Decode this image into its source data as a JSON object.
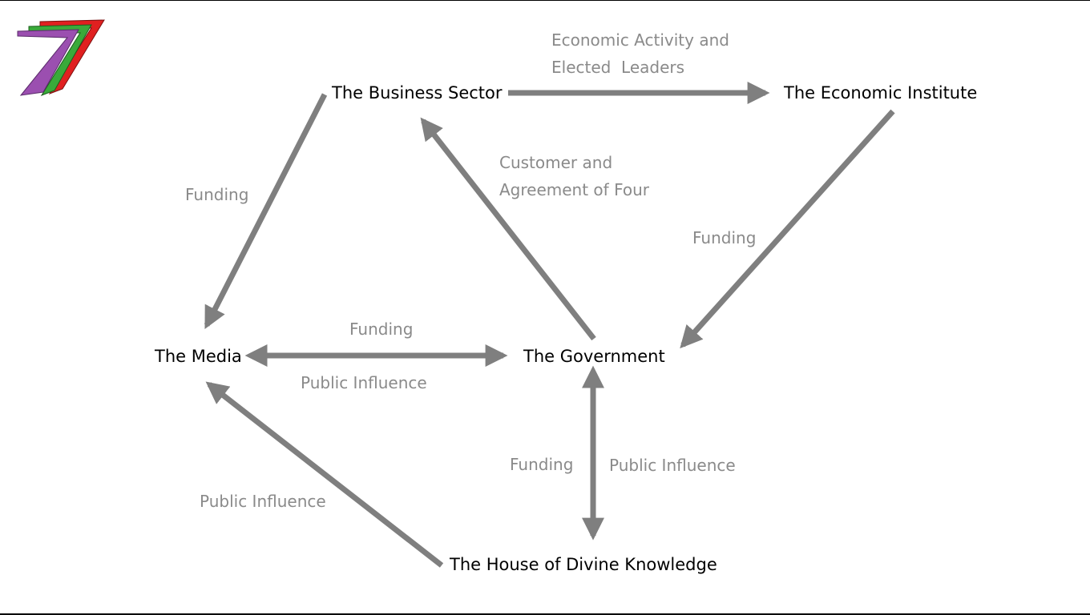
{
  "diagram": {
    "nodes": {
      "business": "The Business Sector",
      "economic": "The Economic Institute",
      "media": "The Media",
      "government": "The Government",
      "house": "The House of Divine Knowledge"
    },
    "edge_labels": {
      "business_to_economic_line1": "Economic Activity and",
      "business_to_economic_line2": "Elected  Leaders",
      "business_to_media": "Funding",
      "government_to_business_line1": "Customer and",
      "government_to_business_line2": "Agreement of Four",
      "economic_to_government": "Funding",
      "media_government_top": "Funding",
      "media_government_bottom": "Public Influence",
      "government_house_left": "Funding",
      "government_house_right": "Public Influence",
      "house_to_media": "Public Influence"
    }
  },
  "colors": {
    "arrow": "#7f7f7f",
    "label": "#8a8a8a",
    "node_text": "#000000",
    "logo_purple": "#9b4fb0",
    "logo_green": "#3aaa3a",
    "logo_red": "#e02020"
  }
}
